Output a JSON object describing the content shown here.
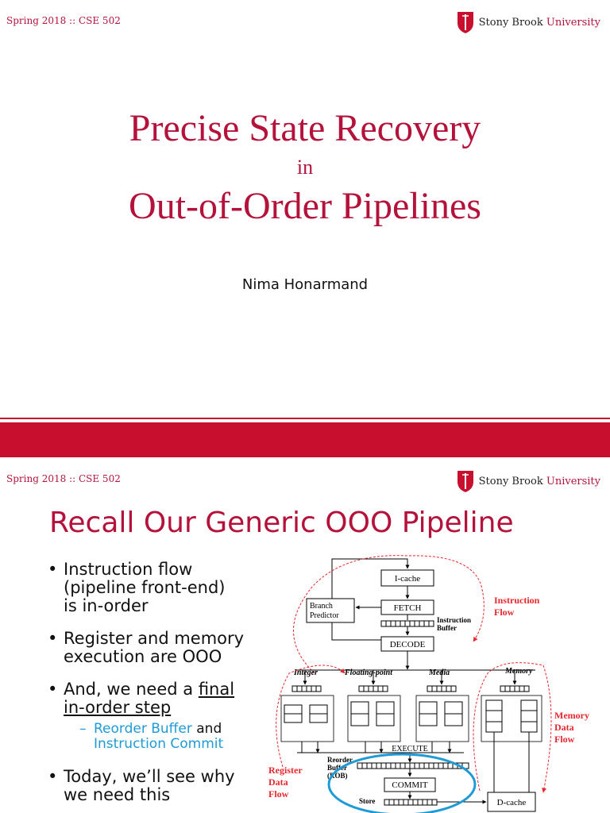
{
  "course_label": "Spring 2018 :: CSE 502",
  "university": {
    "name_part1": "Stony Brook",
    "name_part2": "University"
  },
  "slide1": {
    "title_line1": "Precise State Recovery",
    "title_in": "in",
    "title_line2": "Out-of-Order Pipelines",
    "author": "Nima Honarmand"
  },
  "slide2": {
    "title": "Recall Our Generic OOO Pipeline",
    "bullets": {
      "b1_l1": "Instruction flow",
      "b1_l2": "(pipeline front-end)",
      "b1_l3": "is in-order",
      "b2_l1": "Register and memory",
      "b2_l2": "execution are OOO",
      "b3_l1_pre": "And, we need a ",
      "b3_l1_u": "final",
      "b3_l2_u": "in-order step",
      "sub_dash": "–",
      "sub_blue1": "Reorder Buffer",
      "sub_and": " and",
      "sub_blue2": "Instruction Commit",
      "b4_l1": "Today, we’ll see why",
      "b4_l2": "we need this"
    },
    "diagram": {
      "icache": "I-cache",
      "fetch": "FETCH",
      "branch1": "Branch",
      "branch2": "Predictor",
      "ibuf1": "Instruction",
      "ibuf2": "Buffer",
      "decode": "DECODE",
      "instr_flow1": "Instruction",
      "instr_flow2": "Flow",
      "integer": "Integer",
      "fp": "Floating-point",
      "media": "Media",
      "memory": "Memory",
      "execute": "EXECUTE",
      "mem_flow1": "Memory",
      "mem_flow2": "Data",
      "mem_flow3": "Flow",
      "reg_flow1": "Register",
      "reg_flow2": "Data",
      "reg_flow3": "Flow",
      "rob1": "Reorder",
      "rob2": "Buffer",
      "rob3": "(ROB)",
      "commit": "COMMIT",
      "store": "Store",
      "dcache": "D-cache"
    }
  },
  "colors": {
    "accent": "#b5123b",
    "band": "#c8102e",
    "link_blue": "#1e9ad6",
    "flow_red": "#e8262d"
  }
}
